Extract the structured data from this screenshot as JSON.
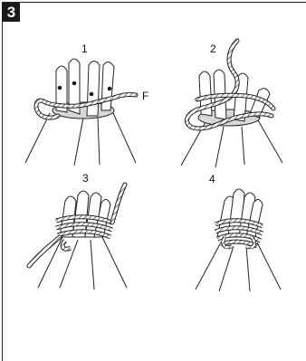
{
  "figure": {
    "badge": "3",
    "steps": [
      {
        "number": "1",
        "rope_label": "F"
      },
      {
        "number": "2"
      },
      {
        "number": "3"
      },
      {
        "number": "4"
      }
    ]
  }
}
